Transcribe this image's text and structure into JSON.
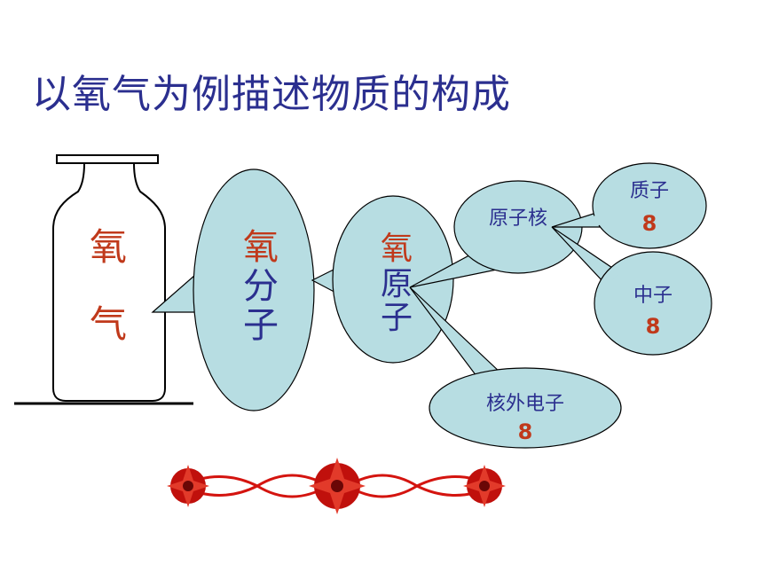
{
  "title": "以氧气为例描述物质的构成",
  "bottle": {
    "chars": [
      "氧",
      "气"
    ]
  },
  "molecule": {
    "chars": [
      "氧",
      "分",
      "子"
    ]
  },
  "atom": {
    "chars": [
      "氧",
      "原",
      "子"
    ]
  },
  "nucleus": {
    "label": "原子核"
  },
  "proton": {
    "label": "质子",
    "count": "8"
  },
  "neutron": {
    "label": "中子",
    "count": "8"
  },
  "electron": {
    "label": "核外电子",
    "count": "8"
  },
  "colors": {
    "title": "#2b2f8f",
    "bubble_fill": "#b7dde2",
    "label_blue": "#2b2f8f",
    "label_red": "#c0391b",
    "decoration_red": "#d4140f"
  }
}
